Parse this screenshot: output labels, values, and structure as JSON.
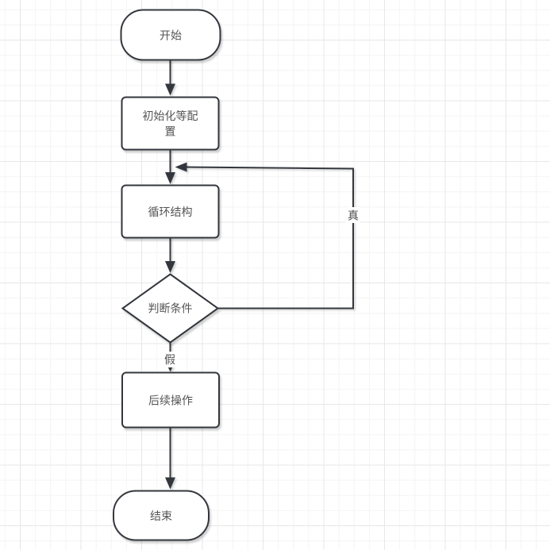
{
  "diagram": {
    "type": "flowchart",
    "background": "grid",
    "colors": {
      "canvas_bg": "#ffffff",
      "grid_minor": "#f4f4f4",
      "grid_major": "#e7e7e7",
      "shape_fill": "#ffffff",
      "shape_stroke": "#33373d",
      "text": "#545454"
    },
    "nodes": [
      {
        "id": "start",
        "shape": "stadium",
        "label": "开始"
      },
      {
        "id": "init",
        "shape": "rect",
        "label": "初始化等配置",
        "lines": [
          "初始化等配",
          "置"
        ]
      },
      {
        "id": "loop",
        "shape": "rect",
        "label": "循环结构"
      },
      {
        "id": "decision",
        "shape": "diamond",
        "label": "判断条件"
      },
      {
        "id": "followup",
        "shape": "rect",
        "label": "后续操作"
      },
      {
        "id": "end",
        "shape": "stadium",
        "label": "结束"
      }
    ],
    "edges": [
      {
        "from": "start",
        "to": "init",
        "label": ""
      },
      {
        "from": "init",
        "to": "loop",
        "label": ""
      },
      {
        "from": "loop",
        "to": "decision",
        "label": ""
      },
      {
        "from": "decision",
        "to": "loop",
        "label": "真",
        "route": "right-loopback"
      },
      {
        "from": "decision",
        "to": "followup",
        "label": "假"
      },
      {
        "from": "followup",
        "to": "end",
        "label": ""
      }
    ]
  }
}
